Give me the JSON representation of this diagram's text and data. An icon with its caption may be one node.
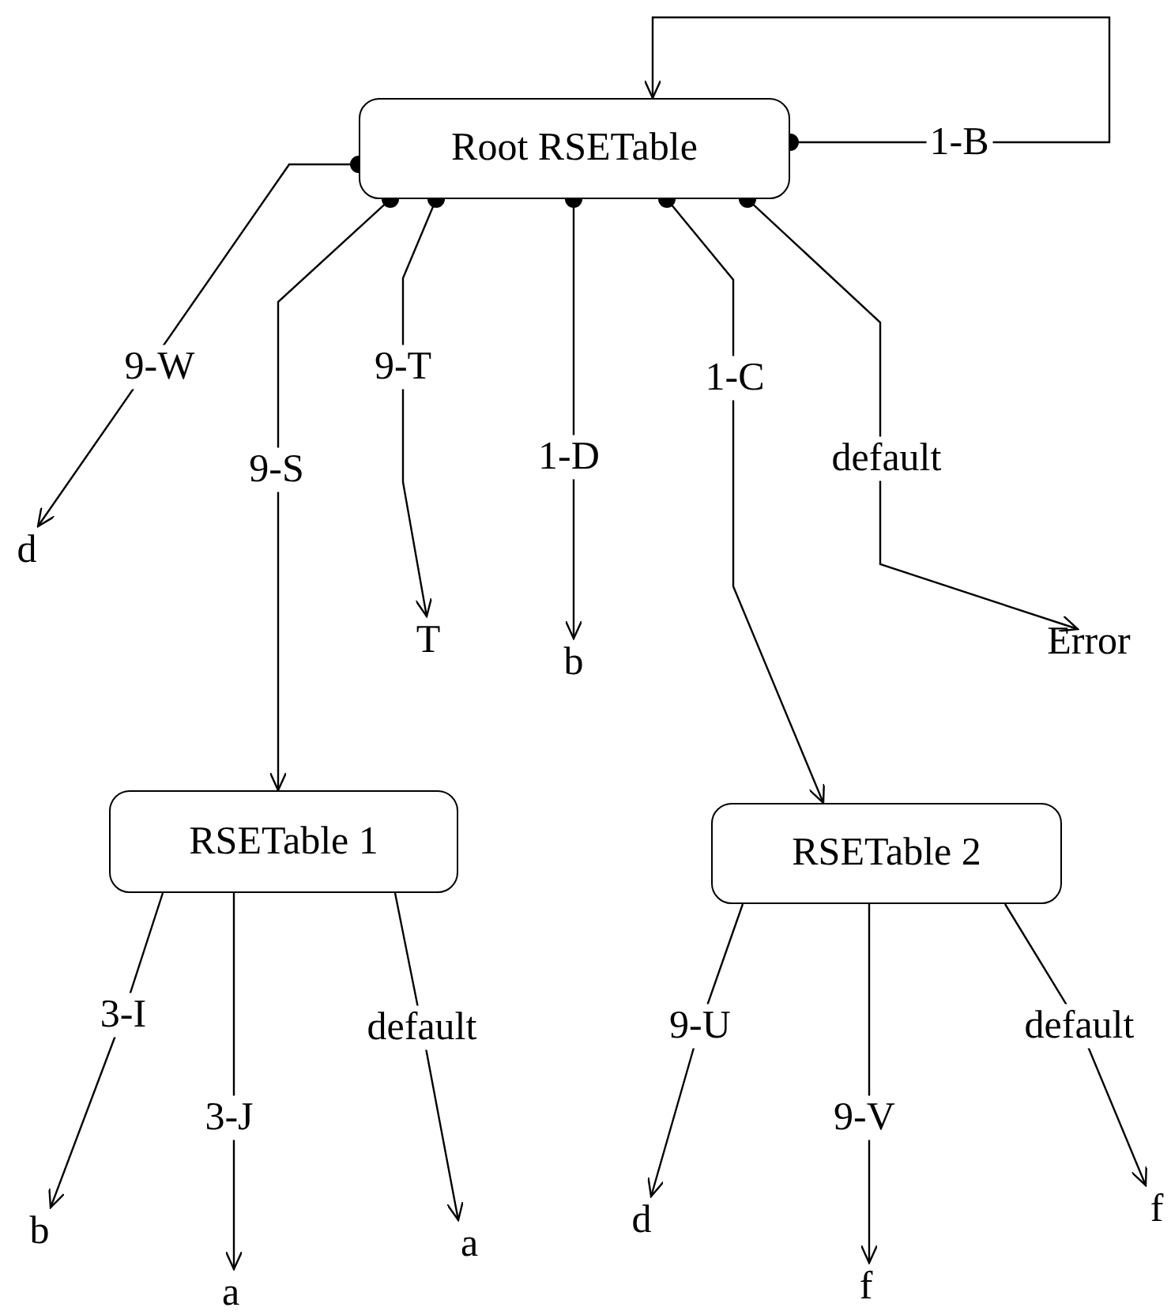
{
  "diagram": {
    "nodes": [
      {
        "text": [
          "Root RSETable"
        ]
      },
      {
        "text": [
          "d"
        ]
      },
      {
        "text": [
          "T"
        ]
      },
      {
        "text": [
          "b"
        ]
      },
      {
        "text": [
          "Error"
        ]
      },
      {
        "text": [
          "RSETable 1"
        ]
      },
      {
        "text": [
          "RSETable 2"
        ]
      },
      {
        "text": [
          "b"
        ]
      },
      {
        "text": [
          "a"
        ]
      },
      {
        "text": [
          "d"
        ]
      },
      {
        "text": [
          "f"
        ]
      },
      {
        "text": [
          "f"
        ]
      },
      {
        "text": [
          "a"
        ]
      }
    ],
    "edges": [
      {
        "from": 0,
        "to": 1,
        "arrow": "to",
        "label": "9-W"
      },
      {
        "from": 0,
        "to": 5,
        "arrow": "to",
        "label": "9-S"
      },
      {
        "from": 0,
        "to": 2,
        "arrow": "to",
        "label": "9-T"
      },
      {
        "from": 0,
        "to": 3,
        "arrow": "to",
        "label": "1-D"
      },
      {
        "from": 0,
        "to": 6,
        "arrow": "to",
        "label": "1-C"
      },
      {
        "from": 0,
        "to": 4,
        "arrow": "to",
        "label": "default"
      },
      {
        "from": 0,
        "to": 0,
        "arrow": "to",
        "label": "1-B"
      },
      {
        "from": 5,
        "to": 7,
        "arrow": "to",
        "label": "3-I"
      },
      {
        "from": 5,
        "to": 12,
        "arrow": "to",
        "label": "3-J"
      },
      {
        "from": 5,
        "to": 8,
        "arrow": "to",
        "label": "default"
      },
      {
        "from": 6,
        "to": 9,
        "arrow": "to",
        "label": "9-U"
      },
      {
        "from": 6,
        "to": 11,
        "arrow": "to",
        "label": "9-V"
      },
      {
        "from": 6,
        "to": 10,
        "arrow": "to",
        "label": "default"
      }
    ]
  }
}
